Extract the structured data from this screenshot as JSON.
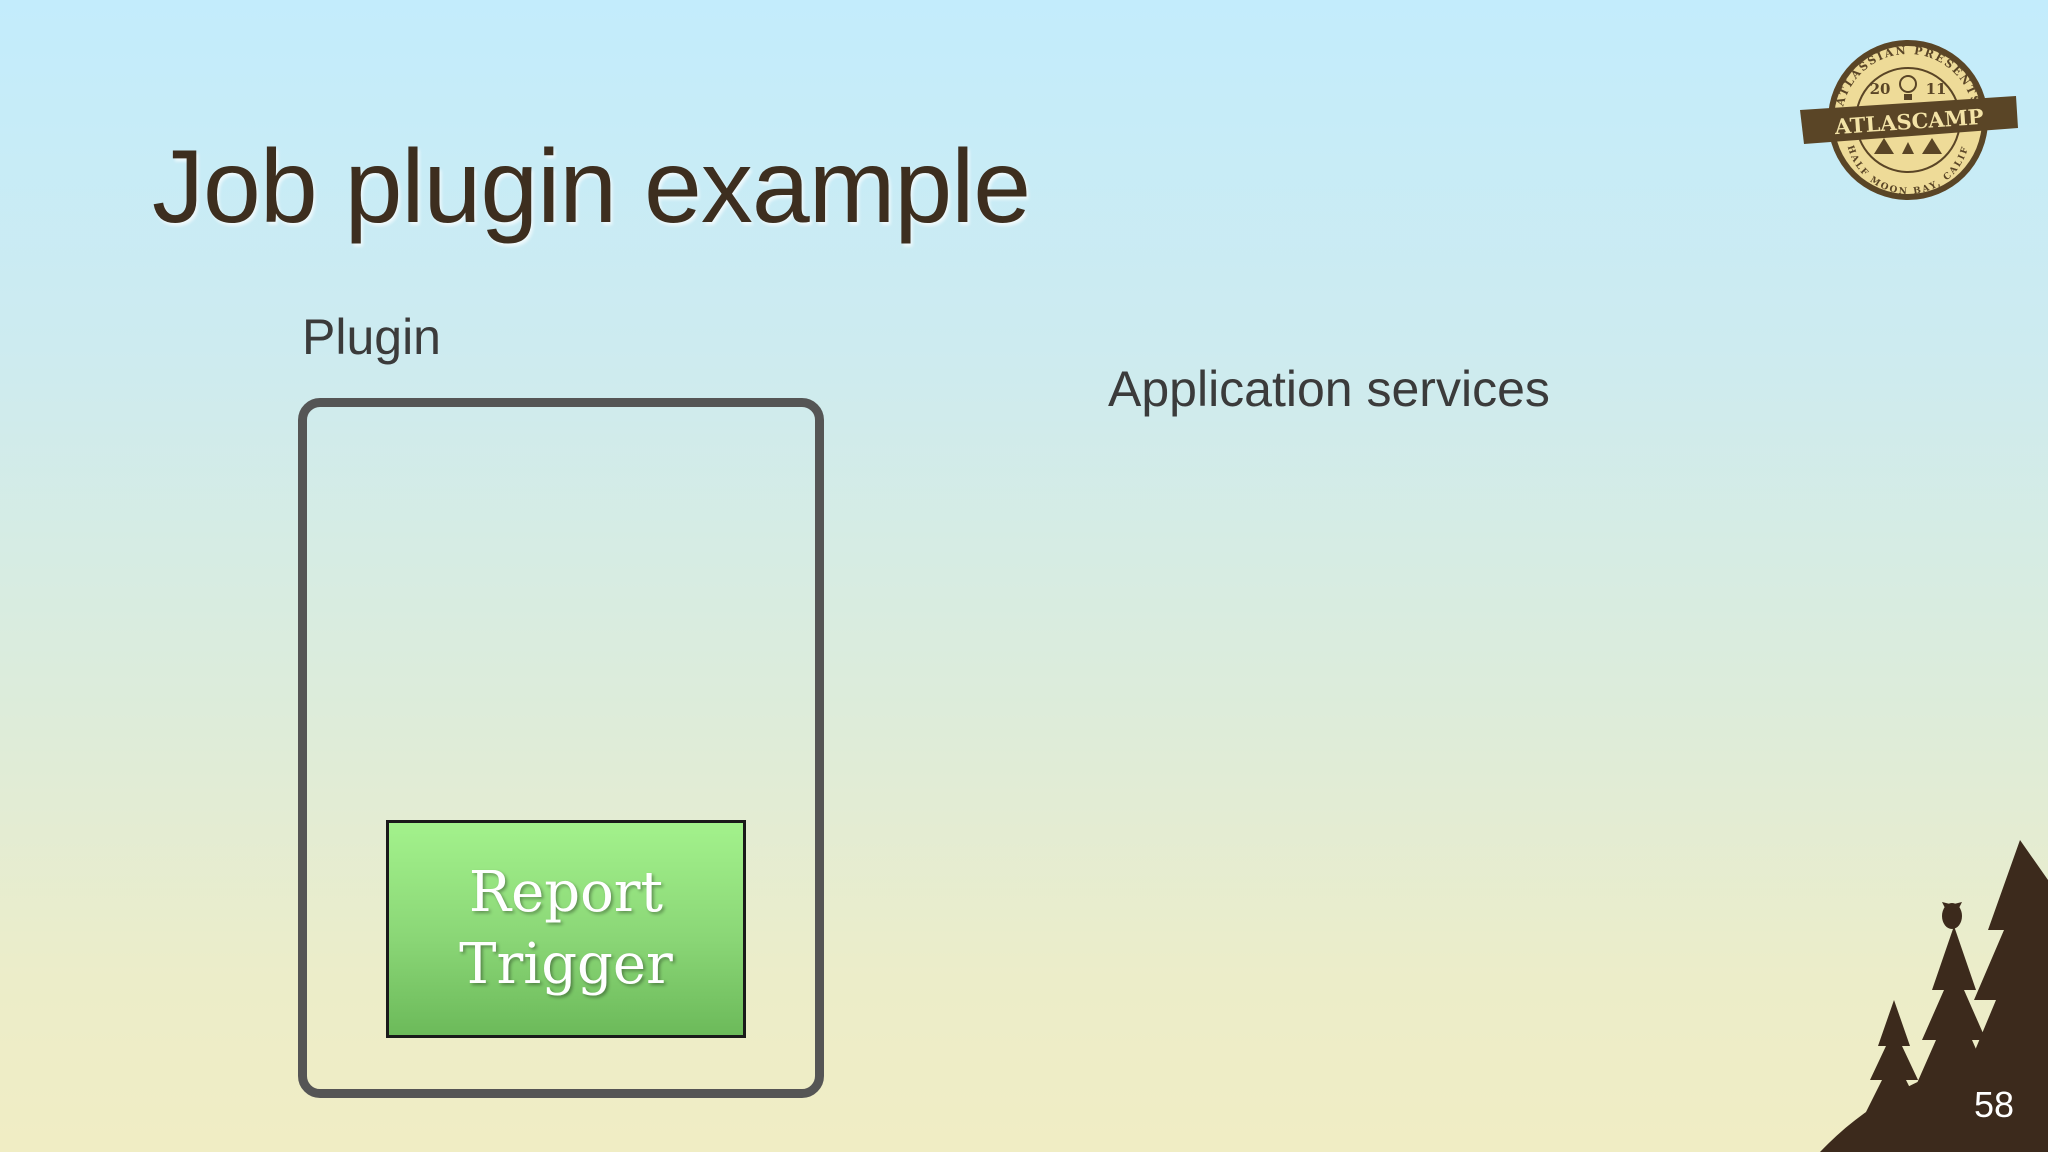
{
  "slide": {
    "title": "Job plugin example",
    "plugin_label": "Plugin",
    "services_label": "Application services",
    "report_trigger": {
      "line1": "Report",
      "line2": "Trigger"
    },
    "page_number": "58"
  },
  "badge": {
    "top_arc": "ATLASSIAN PRESENTS",
    "year_left": "20",
    "year_right": "11",
    "banner": "ATLASCAMP",
    "bottom_arc": "HALF MOON BAY, CALIF"
  },
  "colors": {
    "title": "#3d2e1f",
    "box_border": "#555555",
    "report_green": "#8ad676",
    "badge_fill": "#eedb98",
    "badge_dark": "#5a4526"
  }
}
